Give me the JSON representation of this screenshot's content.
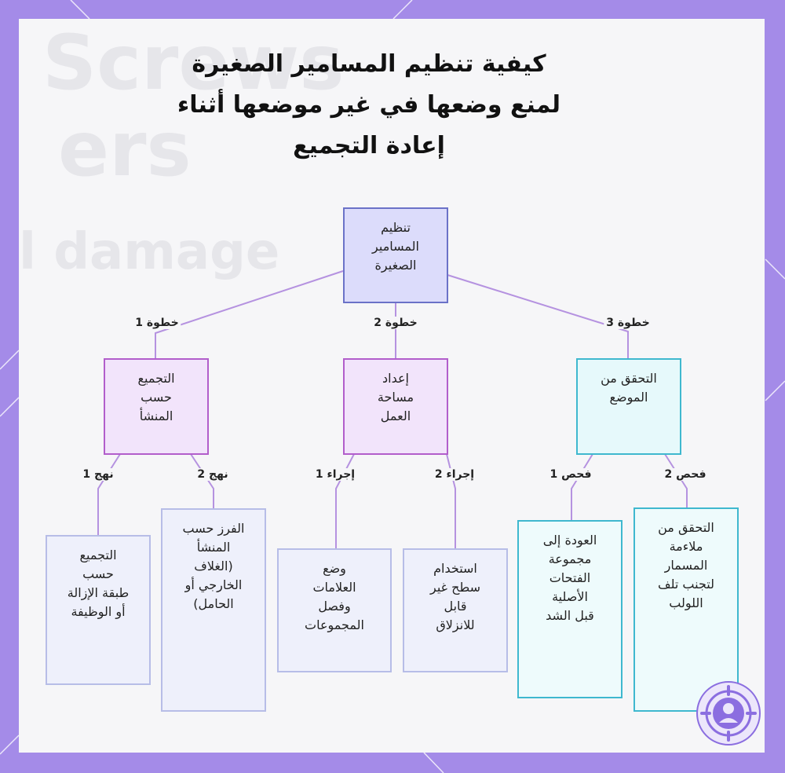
{
  "title_lines": [
    "كيفية تنظيم المسامير الصغيرة",
    "لمنع وضعها في غير موضعها أثناء",
    "إعادة التجميع"
  ],
  "background_words": [
    "Screws",
    "ers",
    "l damage"
  ],
  "root": {
    "text": "تنظيم\nالمسامير\nالصغيرة"
  },
  "groups": [
    {
      "text": "التجميع\nحسب\nالمنشأ",
      "edge_label": "خطوة 1"
    },
    {
      "text": "إعداد\nمساحة\nالعمل",
      "edge_label": "خطوة 2"
    },
    {
      "text": "التحقق من\nالموضع",
      "edge_label": "خطوة 3"
    }
  ],
  "leaves": [
    {
      "text": "التجميع\nحسب\nطبقة الإزالة\nأو الوظيفة",
      "edge_label": "نهج 1"
    },
    {
      "text": "الفرز حسب\nالمنشأ\n(الغلاف\nالخارجي أو\nالحامل)",
      "edge_label": "نهج 2"
    },
    {
      "text": "وضع\nالعلامات\nوفصل\nالمجموعات",
      "edge_label": "إجراء 1"
    },
    {
      "text": "استخدام\nسطح غير\nقابل\nللانزلاق",
      "edge_label": "إجراء 2"
    },
    {
      "text": "العودة إلى\nمجموعة\nالفتحات\nالأصلية\nقبل الشد",
      "edge_label": "فحص 1"
    },
    {
      "text": "التحقق من\nملاءمة\nالمسمار\nلتجنب تلف\nاللولب",
      "edge_label": "فحص 2"
    }
  ],
  "colors": {
    "border": "#a48be8",
    "panel": "#f6f6f8",
    "connector": "#b592e0",
    "root_fill": "#dcdcfb",
    "purple_fill": "#f2e4fb",
    "cyan_fill": "#e6f9fb",
    "leaf_fill": "#eef0fb"
  },
  "icons": {
    "logo": "crosshair-logo-icon"
  }
}
